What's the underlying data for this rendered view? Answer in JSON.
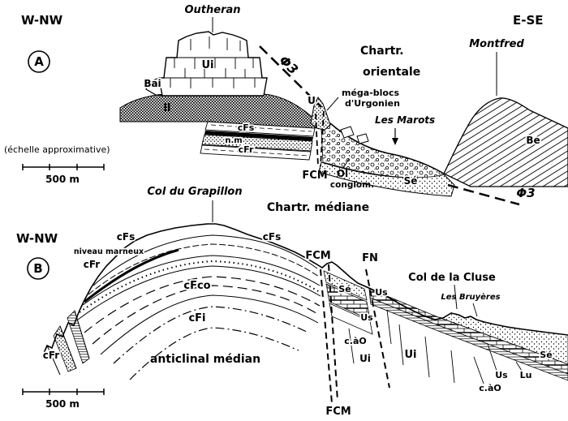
{
  "sectionA": {
    "badge": "A",
    "dir_left": "W-NW",
    "dir_right": "E-SE",
    "outheran": "Outheran",
    "ui": "Ui",
    "bai": "Bai",
    "ll": "ll",
    "cfs": "cFs",
    "nm": "n.m",
    "cfr": "cFr",
    "u": "U",
    "megablocs1": "méga-blocs",
    "megablocs2": "d'Urgonien",
    "les_marots": "Les Marots",
    "phi3_top": "Φ3",
    "chartr1": "Chartr.",
    "chartr2": "orientale",
    "montfred": "Montfred",
    "be": "Be",
    "fcm": "FCM",
    "ol": "Ol",
    "conglom": "conglom.",
    "se": "Sé",
    "phi3_bottom": "Φ3",
    "echelle": "(échelle approximative)",
    "scale_label": "500 m"
  },
  "middle": {
    "chartr_mediane": "Chartr. médiane"
  },
  "sectionB": {
    "badge": "B",
    "dir_left": "W-NW",
    "col_grapillon": "Col du Grapillon",
    "cfs_left": "cFs",
    "cfs_right": "cFs",
    "niveau_marneux": "niveau marneux",
    "cfr_top": "cFr",
    "cfco": "cFco",
    "cfi": "cFi",
    "cfr_left": "cFr",
    "anticlinal": "anticlinal médian",
    "fcm_top": "FCM",
    "fn": "FN",
    "col_cluse": "Col de la Cluse",
    "les_bruyeres": "Les Bruyères",
    "se_mid": "Sé",
    "us_graben": "Us",
    "cao_graben": "c.àO",
    "ui_graben": "Ui",
    "us_top": "Us",
    "ui_block": "Ui",
    "se_right": "Sé",
    "us_right": "Us",
    "lu": "Lu",
    "cao_right": "c.àO",
    "fcm_bottom": "FCM",
    "scale_label": "500 m"
  }
}
